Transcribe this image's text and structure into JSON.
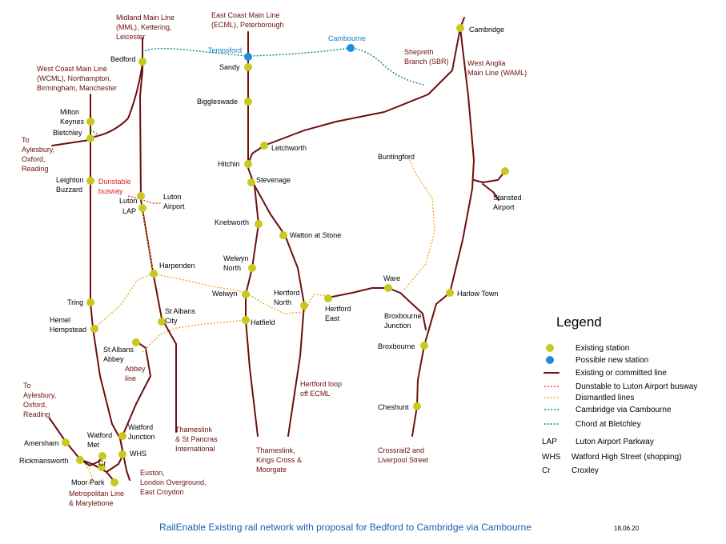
{
  "colors": {
    "existing_line": "#6b0f0f",
    "existing_station": "#c6c91e",
    "new_station": "#1e8ddc",
    "busway": "#e02020",
    "dismantled": "#f2a21d",
    "cambridge_via_cambourne": "#1f8c8c",
    "chord_bletchley": "#2a8a2a",
    "footer_text": "#1a5fb4"
  },
  "line_labels": {
    "mml": [
      "Midland Main Line",
      "(MML), Kettering,",
      "Leicester"
    ],
    "ecml": [
      "East Coast Main Line",
      "(ECML), Peterborough"
    ],
    "wcml": [
      "West Coast Main Line",
      "(WCML), Northampton,",
      "Birmingham, Manchester"
    ],
    "aylesbury_top": [
      "To",
      "Aylesbury,",
      "Oxford,",
      "Reading"
    ],
    "aylesbury_bottom": [
      "To",
      "Aylesbury,",
      "Oxford,",
      "Reading"
    ],
    "sbr": [
      "Shepreth",
      "Branch (SBR)"
    ],
    "waml": [
      "West Anglia",
      "Main Line (WAML)"
    ],
    "abbey": [
      "Abbey",
      "line"
    ],
    "thameslink_stp": [
      "Thameslink",
      "& St Pancras",
      "International"
    ],
    "thameslink_kx": [
      "Thameslink,",
      "Kings Cross &",
      "Moorgate"
    ],
    "hertford_loop": [
      "Hertford loop",
      "off ECML"
    ],
    "crossrail2": [
      "Crossrail2 and",
      "Liverpool Street"
    ],
    "euston": [
      "Euston,",
      "London Overground,",
      "East Croydon"
    ],
    "metropolitan": [
      "Metropolitan Line",
      "& Marylebone"
    ],
    "busway": [
      "Dunstable",
      "busway"
    ]
  },
  "new_stations": {
    "tempsford": "Tempsford",
    "cambourne": "Cambourne"
  },
  "stations": {
    "bedford": "Bedford",
    "sandy": "Sandy",
    "biggleswade": "Biggleswade",
    "cambridge": "Cambridge",
    "milton_keynes": [
      "Milton",
      "Keynes"
    ],
    "bletchley": "Bletchley",
    "letchworth": "Letchworth",
    "hitchin": "Hitchin",
    "stevenage": "Stevenage",
    "buntingford": "Buntingford",
    "leighton_buzzard": [
      "Leighton",
      "Buzzard"
    ],
    "luton": "Luton",
    "luton_airport": [
      "Luton",
      "Airport"
    ],
    "lap": "LAP",
    "knebworth": "Knebworth",
    "watton_at_stone": "Watton at Stone",
    "stansted_airport": [
      "Stansted",
      "Airport"
    ],
    "harpenden": "Harpenden",
    "welwyn_north": [
      "Welwyn",
      "North"
    ],
    "welwyn": "Welwyn",
    "hertford_north": [
      "Hertford",
      "North"
    ],
    "hertford_east": [
      "Hertford",
      "East"
    ],
    "ware": "Ware",
    "harlow_town": "Harlow Town",
    "tring": "Tring",
    "st_albans_city": [
      "St Albans",
      "City"
    ],
    "hatfield": "Hatfield",
    "hemel_hempstead": [
      "Hemel",
      "Hempstead"
    ],
    "broxbourne_junction": [
      "Broxbourne",
      "Junction"
    ],
    "st_albans_abbey": [
      "St Albans",
      "Abbey"
    ],
    "broxbourne": "Broxbourne",
    "cheshunt": "Cheshunt",
    "watford_met": [
      "Watford",
      "Met"
    ],
    "watford_junction": [
      "Watford",
      "Junction"
    ],
    "amersham": "Amersham",
    "rickmansworth": "Rickmansworth",
    "cr": "Cr",
    "whs": "WHS",
    "moor_park": "Moor Park"
  },
  "legend": {
    "title": "Legend",
    "items": [
      {
        "symbol": "station",
        "label": "Existing station"
      },
      {
        "symbol": "new-station",
        "label": "Possible new station"
      },
      {
        "symbol": "existing-line",
        "label": "Existing or committed line"
      },
      {
        "symbol": "busway-line",
        "label": "Dunstable to Luton Airport busway"
      },
      {
        "symbol": "dismantled-line",
        "label": "Dismantled lines"
      },
      {
        "symbol": "cambourne-line",
        "label": "Cambridge via Cambourne"
      },
      {
        "symbol": "chord-line",
        "label": "Chord at Bletchley"
      }
    ],
    "abbreviations": [
      {
        "abbr": "LAP",
        "label": "Luton Airport Parkway"
      },
      {
        "abbr": "WHS",
        "label": "Watford High Street (shopping)"
      },
      {
        "abbr": "Cr",
        "label": "Croxley"
      }
    ]
  },
  "footer": {
    "title": "RailEnable  Existing rail network with proposal for Bedford to Cambridge via Cambourne",
    "date": "18.06.20"
  }
}
